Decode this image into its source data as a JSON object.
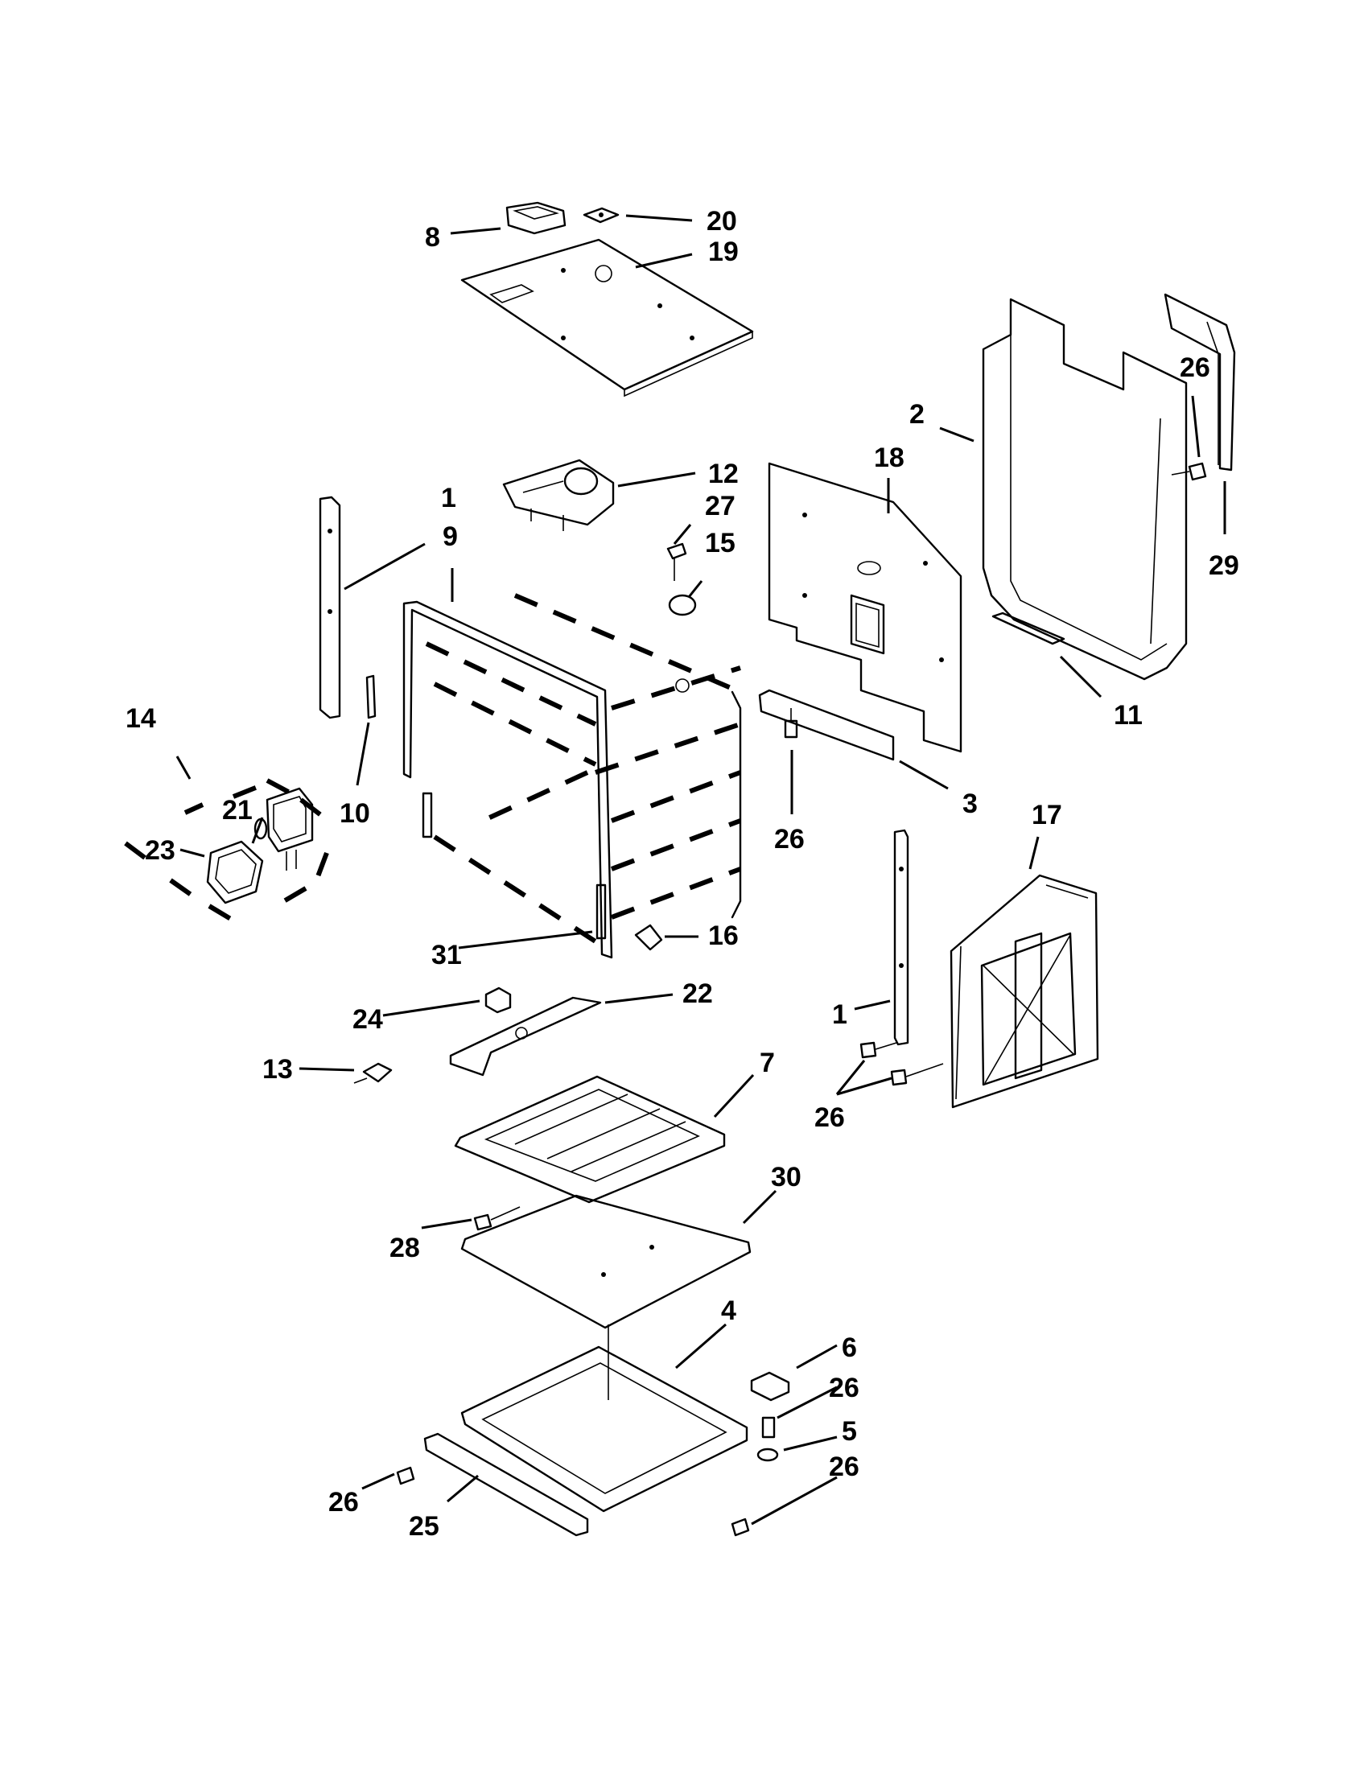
{
  "callouts": [
    {
      "id": "c1",
      "text": "8"
    },
    {
      "id": "c2",
      "text": "20"
    },
    {
      "id": "c3",
      "text": "19"
    },
    {
      "id": "c4",
      "text": "26"
    },
    {
      "id": "c5",
      "text": "2"
    },
    {
      "id": "c6",
      "text": "18"
    },
    {
      "id": "c7",
      "text": "12"
    },
    {
      "id": "c8",
      "text": "27"
    },
    {
      "id": "c9",
      "text": "15"
    },
    {
      "id": "c10",
      "text": "29"
    },
    {
      "id": "c11",
      "text": "1"
    },
    {
      "id": "c12",
      "text": "9"
    },
    {
      "id": "c13",
      "text": "11"
    },
    {
      "id": "c14",
      "text": "14"
    },
    {
      "id": "c15",
      "text": "21"
    },
    {
      "id": "c16",
      "text": "23"
    },
    {
      "id": "c17",
      "text": "10"
    },
    {
      "id": "c18",
      "text": "3"
    },
    {
      "id": "c19",
      "text": "26"
    },
    {
      "id": "c20",
      "text": "17"
    },
    {
      "id": "c21",
      "text": "31"
    },
    {
      "id": "c22",
      "text": "16"
    },
    {
      "id": "c23",
      "text": "22"
    },
    {
      "id": "c24",
      "text": "24"
    },
    {
      "id": "c25",
      "text": "1"
    },
    {
      "id": "c26",
      "text": "13"
    },
    {
      "id": "c27",
      "text": "7"
    },
    {
      "id": "c28",
      "text": "26"
    },
    {
      "id": "c29",
      "text": "30"
    },
    {
      "id": "c30",
      "text": "28"
    },
    {
      "id": "c31",
      "text": "4"
    },
    {
      "id": "c32",
      "text": "6"
    },
    {
      "id": "c33",
      "text": "26"
    },
    {
      "id": "c34",
      "text": "5"
    },
    {
      "id": "c35",
      "text": "26"
    },
    {
      "id": "c36",
      "text": "26"
    },
    {
      "id": "c37",
      "text": "25"
    }
  ]
}
